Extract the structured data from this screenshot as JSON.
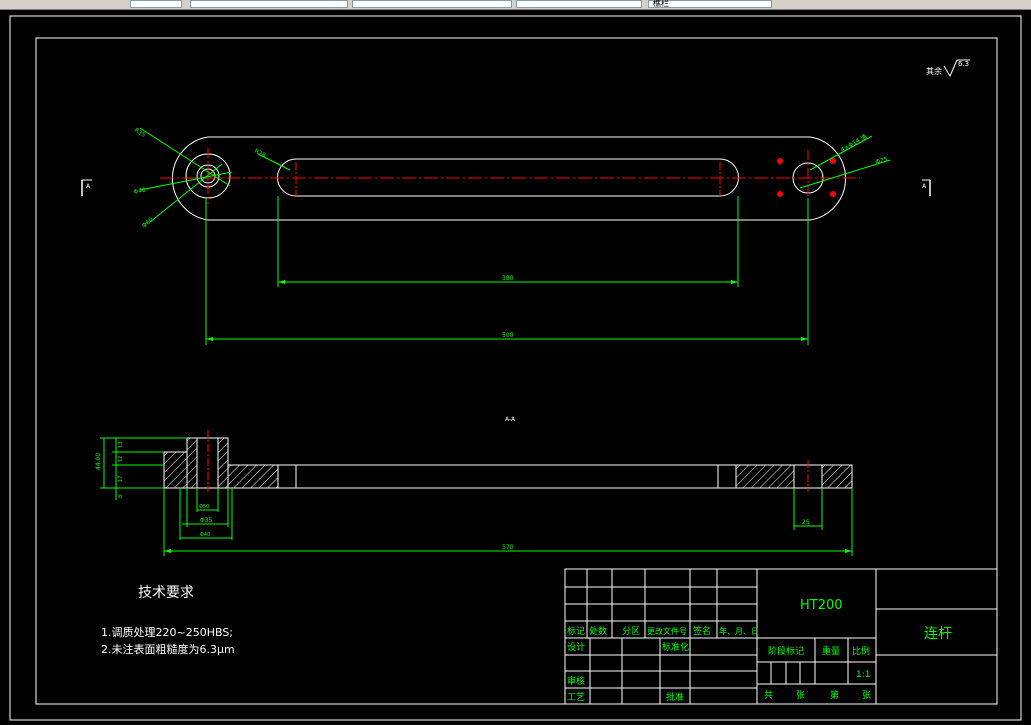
{
  "toolbar": {
    "segments": [
      "",
      "",
      "",
      "",
      "",
      "",
      "樵栏"
    ]
  },
  "drawing": {
    "roughness_note": "其余",
    "roughness_value": "6.3",
    "dims": {
      "d_left_outer": "R35",
      "d_left_mid": "Φ40",
      "d_left_inner": "Φ60",
      "r_slot": "R28",
      "d_right_holes": "4×Φ14 通",
      "d_right_bore": "Φ25",
      "slot_len": "380",
      "center_dist": "500",
      "h_total": "44.00",
      "h_a": "13",
      "h_b": "12",
      "h_c": "17",
      "h_d": "8",
      "d_sec_1": "Φ50",
      "d_sec_2": "Φ35",
      "d_sec_3": "Φ40",
      "overall": "570",
      "right_w": "25"
    },
    "section_marker": "A-A",
    "section_arrow_label": "A"
  },
  "notes": {
    "title": "技术要求",
    "items": [
      "1.调质处理220~250HBS;",
      "2.未注表面粗糙度为6.3μm"
    ]
  },
  "title_block": {
    "material": "HT200",
    "part_name": "连杆",
    "labels": {
      "mark": "标记",
      "count": "处数",
      "zone": "分区",
      "change_doc": "更改文件号",
      "signature": "签名",
      "date": "年、月、日",
      "design": "设计",
      "standard": "标准化",
      "review": "审核",
      "process": "工艺",
      "approve": "批准",
      "stage_mark": "阶段标记",
      "weight": "重量",
      "scale": "比例",
      "scale_value": "1:1",
      "total": "共",
      "sheets": "张",
      "page": "第",
      "sheet2": "张"
    }
  },
  "colors": {
    "outline": "#ffffff",
    "dimension": "#00ff00",
    "centerline": "#ff0000",
    "background": "#000000"
  }
}
